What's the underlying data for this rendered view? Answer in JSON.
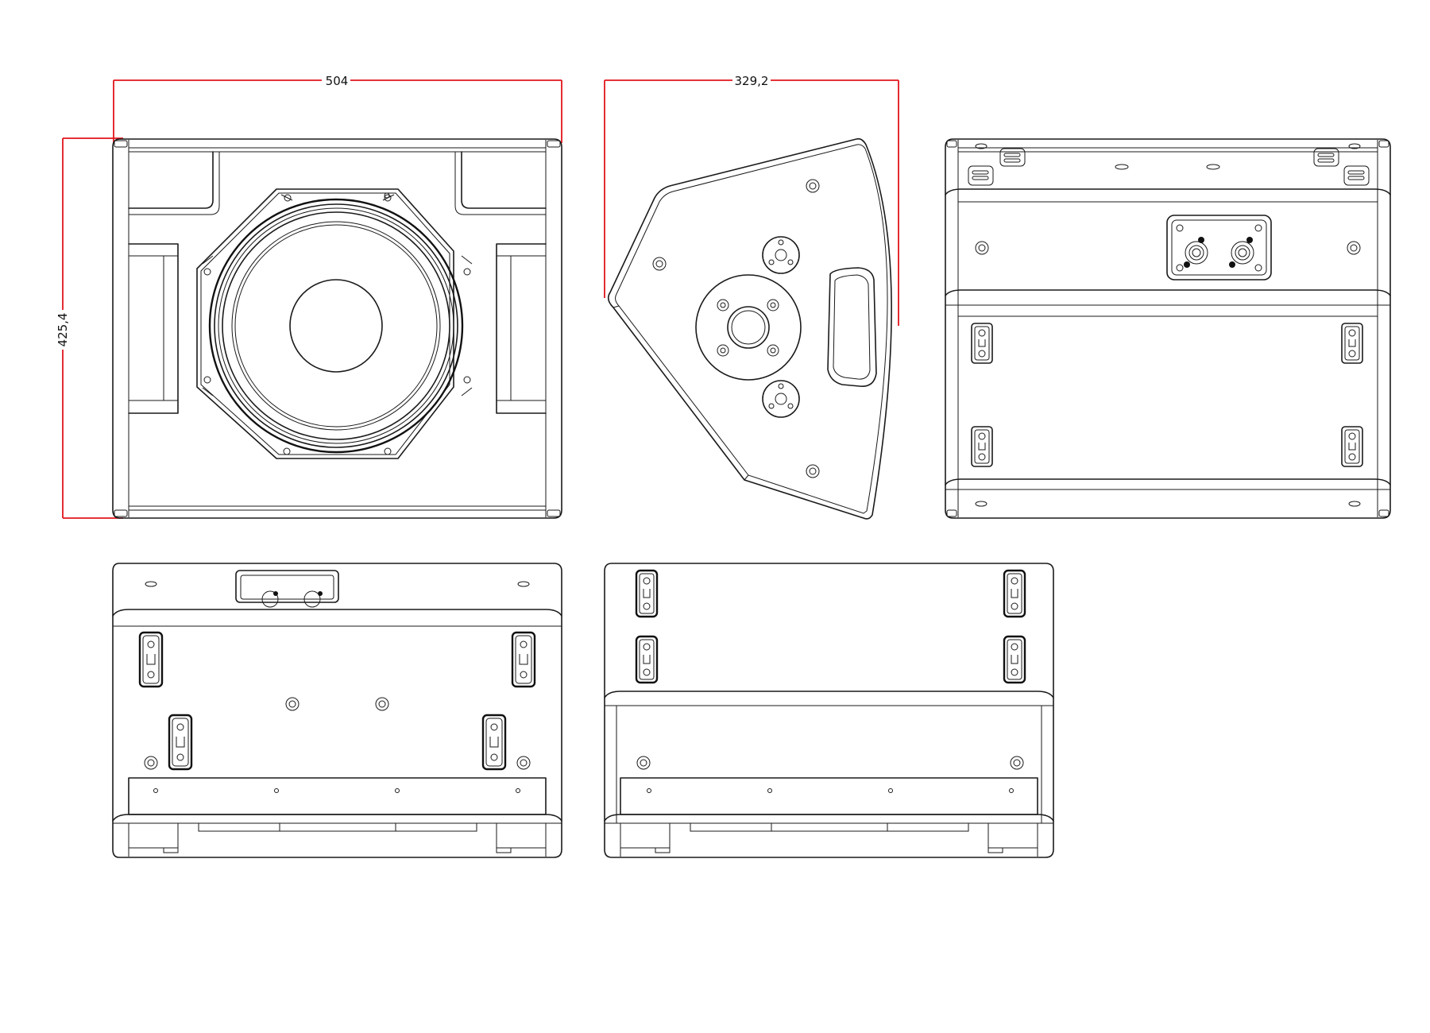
{
  "dimensions": {
    "width": "504",
    "depth": "329,2",
    "height": "425,4"
  },
  "colors": {
    "dimension_line": "#e2141c",
    "drawing_line": "#1a1a1a",
    "background": "#ffffff"
  }
}
